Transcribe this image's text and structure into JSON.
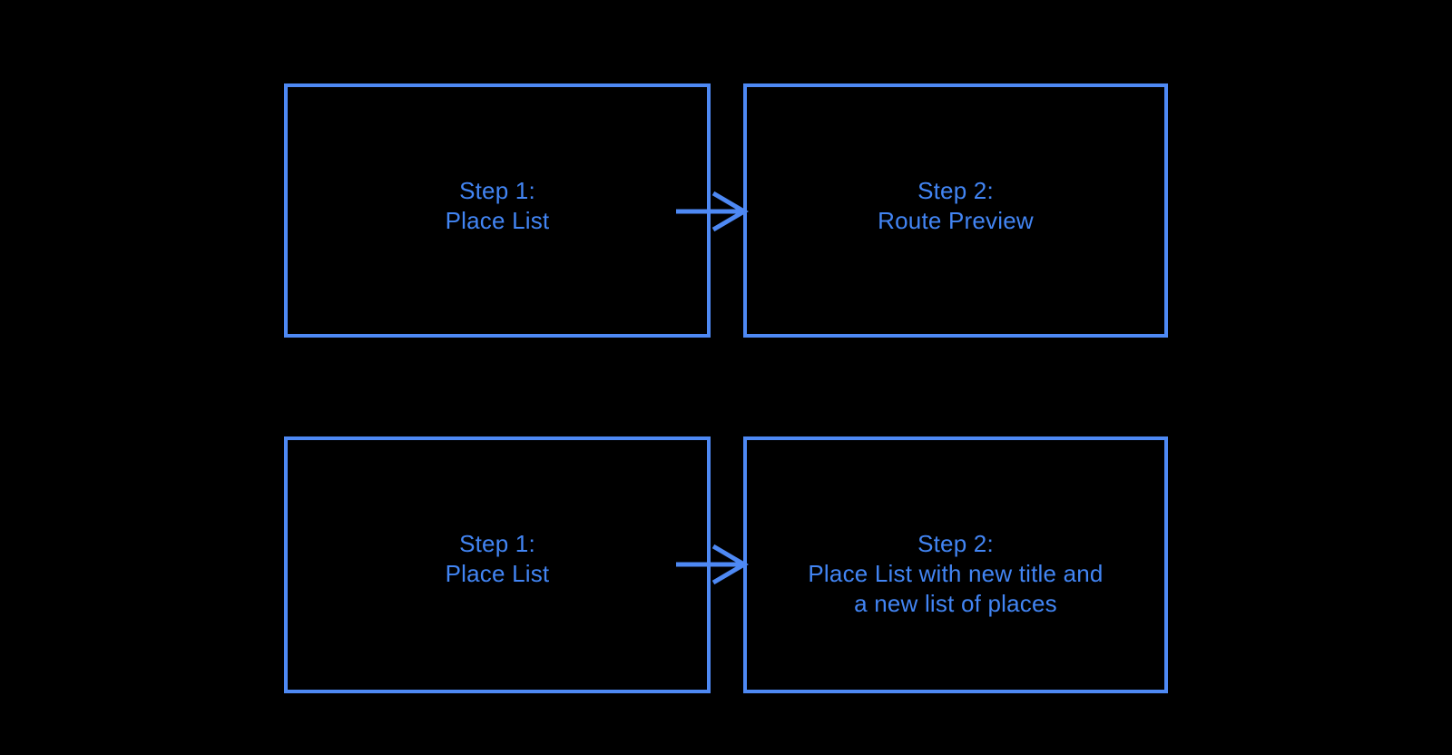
{
  "colors": {
    "background": "#000000",
    "box_border": "#4e89f4",
    "box_text": "#4285f4",
    "arrow": "#4e89f4"
  },
  "diagram": {
    "type": "flow",
    "flows": [
      {
        "from": {
          "lines": [
            "Step 1:",
            "Place List"
          ]
        },
        "connector": "arrow-right",
        "to": {
          "lines": [
            "Step 2:",
            "Route Preview"
          ]
        }
      },
      {
        "from": {
          "lines": [
            "Step 1:",
            "Place List"
          ]
        },
        "connector": "arrow-right",
        "to": {
          "lines": [
            "Step 2:",
            "Place List with new title and",
            "a new list of places"
          ]
        }
      }
    ]
  }
}
